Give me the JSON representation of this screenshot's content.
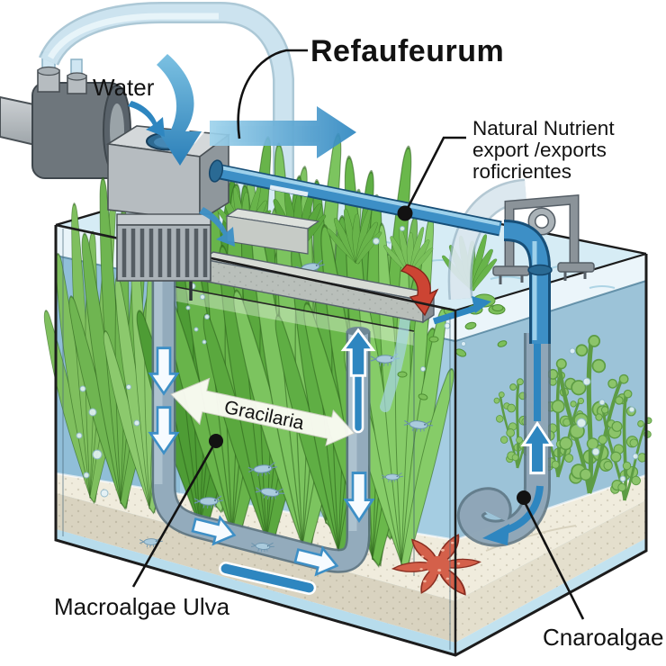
{
  "title": {
    "text": "Refaufeurum"
  },
  "callout_labels": {
    "water": "Water",
    "nutrient": {
      "line1": "Natural Nutrient",
      "line2": "export /exports",
      "line3": "roficrientes"
    },
    "gracilaria": "Gracilaria",
    "macroalgae": "Macroalgae Ulva",
    "cnaroalgae": "Cnaroalgae"
  },
  "colors": {
    "text_black": "#121212",
    "outline_black": "#1c1c1c",
    "surface_blue": "#d6ecf5",
    "glass_tint": "#e9f4f9",
    "water_blue": "#a5cde2",
    "water_right": "#9cc3d8",
    "water_deep": "#7fb2d0",
    "sand_light": "#f0ecdd",
    "sand_dark": "#d9d3c0",
    "algae_green": "#68b44a",
    "pipe_blue": "#3d8fc6",
    "pipe_gray": "#93abbc",
    "tube_light": "#cfe6f2",
    "flow_blue": "#2e86c0",
    "flow_red": "#cc4433",
    "starfish_red": "#d4604a"
  }
}
